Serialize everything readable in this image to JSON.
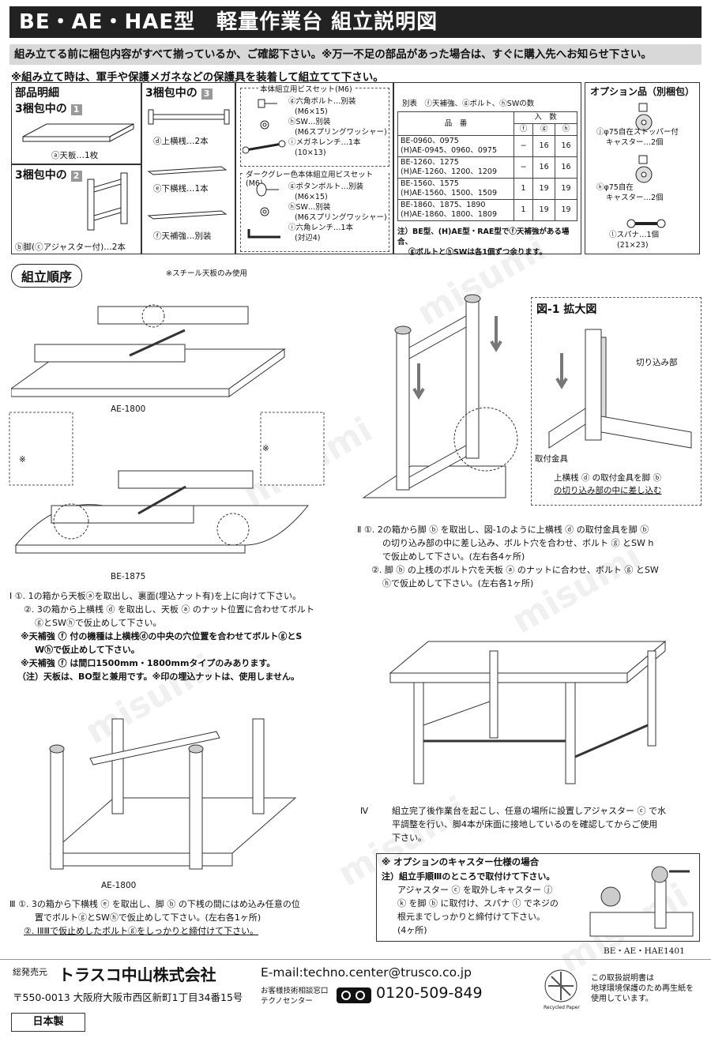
{
  "title": "BE・AE・HAE型　軽量作業台 組立説明図",
  "notice": "組み立てる前に梱包内容がすべて揃っているか、ご確認下さい。※万一不足の部品があった場合は、すぐに購入先へお知らせ下さい。",
  "warning": "※組み立て時は、軍手や保護メガネなどの保護具を装着して組立てて下さい。",
  "parts": {
    "heading1": "部品明細",
    "pkg1": "3梱包中の",
    "pkg1_num": "1",
    "pkg1_item": "ⓐ天板…1枚",
    "pkg2": "3梱包中の",
    "pkg2_num": "2",
    "pkg2_item": "ⓑ脚(ⓒアジャスター付)…2本",
    "pkg3": "3梱包中の",
    "pkg3_num": "3",
    "pkg3_items": [
      "ⓓ上横桟…2本",
      "ⓔ下横桟…1本",
      "ⓕ天補強…別装"
    ]
  },
  "screws": {
    "set1_title": "本体組立用ビスセット(M6)",
    "set1_items": [
      "ⓖ六角ボルト…別装",
      "(M6×15)",
      "ⓗSW…別装",
      "(M6スプリングワッシャー)",
      "ⓘメガネレンチ…1本",
      "(10×13)"
    ],
    "set2_title": "ダークグレー色本体組立用ビスセット(M6)",
    "set2_items": [
      "ⓖボタンボルト…別装",
      "(M6×15)",
      "ⓗSW…別装",
      "(M6スプリングワッシャー)",
      "ⓘ六角レンチ…1本",
      "(対辺4)"
    ]
  },
  "spec_table": {
    "caption": "別表　ⓕ天補強、ⓖボルト、ⓗSWの数",
    "head_model": "品　番",
    "head_qty": "入　数",
    "head_cols": [
      "ⓕ",
      "ⓖ",
      "ⓗ"
    ],
    "rows": [
      {
        "model": [
          "BE-0960、0975",
          "(H)AE-0945、0960、0975"
        ],
        "f": "−",
        "g": "16",
        "h": "16"
      },
      {
        "model": [
          "BE-1260、1275",
          "(H)AE-1260、1200、1209"
        ],
        "f": "−",
        "g": "16",
        "h": "16"
      },
      {
        "model": [
          "BE-1560、1575",
          "(H)AE-1560、1500、1509"
        ],
        "f": "1",
        "g": "19",
        "h": "19"
      },
      {
        "model": [
          "BE-1860、1875、1890",
          "(H)AE-1860、1800、1809"
        ],
        "f": "1",
        "g": "19",
        "h": "19"
      }
    ],
    "note1": "注）BE型、(H)AE型・RAE型でⓕ天補強がある場合、",
    "note2": "ⓖボルトとⓗSWは各1個ずつ余ります。"
  },
  "options": {
    "title": "オプション品（別梱包）",
    "items": [
      "ⓙφ75自在ストッパー付",
      "キャスター…2個",
      "ⓚφ75自在",
      "キャスター…2個",
      "ⓛスパナ…1個",
      "(21×23)"
    ]
  },
  "section_title": "組立順序",
  "labels": {
    "steel_only": "※スチール天板のみ使用",
    "ae1800": "AE-1800",
    "be1875": "BE-1875",
    "ae1800b": "AE-1800",
    "fig1": "図-1 拡大図",
    "notch": "切り込み部",
    "bracket": "取付金具",
    "fig1_note1": "上横桟 ⓓ の取付金具を脚 ⓑ",
    "fig1_note2": "の切り込み部の中に差し込む",
    "mark": "※"
  },
  "steps": {
    "s1": [
      "Ⅰ ①. 1の箱から天板ⓐを取出し、裏面(埋込ナット有)を上に向けて下さい。",
      "②. 3の箱から上横桟 ⓓ を取出し、天板 ⓐ のナット位置に合わせてボルト",
      "ⓖとSWⓗで仮止めして下さい。",
      "※天補強 ⓕ 付の機種は上横桟ⓓの中央の穴位置を合わせてボルトⓖとS",
      "Wⓗで仮止めして下さい。",
      "※天補強 ⓕ は間口1500mm・1800mmタイプのみあります。",
      "（注）天板は、BO型と兼用です。※印の埋込ナットは、使用しません。"
    ],
    "s2": [
      "Ⅱ ①. 2の箱から脚 ⓑ を取出し、図-1のように上横桟 ⓓ の取付金具を脚 ⓑ",
      "の切り込み部の中に差し込み、ボルト穴を合わせ、ボルト ⓖ とSW h",
      "で仮止めして下さい。(左右各4ヶ所)",
      "②. 脚 ⓑ の上桟のボルト穴を天板 ⓐ のナットに合わせ、ボルト ⓖ とSW",
      "ⓗで仮止めして下さい。(左右各1ヶ所)"
    ],
    "s3": [
      "Ⅲ ①. 3の箱から下横桟 ⓔ を取出し、脚 ⓑ の下桟の間にはめ込み任意の位",
      "置でボルトⓖとSWⓗで仮止めして下さい。(左右各1ヶ所)",
      "②. ⅠⅡⅢで仮止めしたボルトⓖをしっかりと締付けて下さい。"
    ],
    "s4": [
      "Ⅳ",
      "組立完了後作業台を起こし、任意の場所に設置しアジャスター ⓒ で水",
      "平調整を行い、脚4本が床面に接地しているのを確認してからご使用",
      "下さい。"
    ]
  },
  "caster_box": {
    "title": "※ オプションのキャスター仕様の場合",
    "lines": [
      "注）組立手順Ⅲのところで取付けて下さい。",
      "アジャスター ⓒ を取外しキャスター ⓙ",
      "ⓚ を脚 ⓑ に取付け、スパナ ⓛ でネジの",
      "根元までしっかりと締付けて下さい。",
      "(4ヶ所)"
    ]
  },
  "doc_code": "BE・AE・HAE1401",
  "footer": {
    "seller_label": "総発売元",
    "company": "トラスコ中山株式会社",
    "address": "〒550-0013 大阪府大阪市西区新町1丁目34番15号",
    "made_in": "日本製",
    "email": "E-mail:techno.center@trusco.co.jp",
    "support1": "お客様技術相談窓口",
    "support2": "テクノセンター",
    "phone": "0120-509-849",
    "recycle1": "この取扱説明書は",
    "recycle2": "地球環境保護のため再生紙を",
    "recycle3": "使用しています。",
    "recycled_paper": "Recycled Paper"
  },
  "watermark": "misumi"
}
